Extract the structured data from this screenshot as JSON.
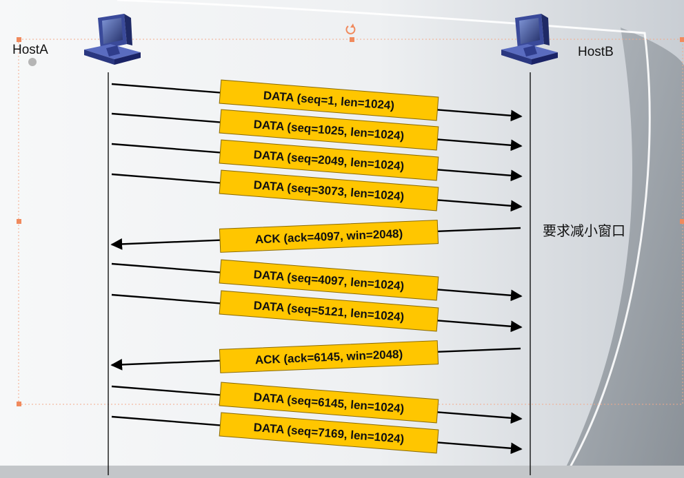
{
  "hosts": {
    "left": {
      "label": "HostA"
    },
    "right": {
      "label": "HostB"
    }
  },
  "note": "要求减小窗口",
  "messages": [
    {
      "label": "DATA (seq=1, len=1024)",
      "direction": "A-to-B"
    },
    {
      "label": "DATA (seq=1025, len=1024)",
      "direction": "A-to-B"
    },
    {
      "label": "DATA (seq=2049, len=1024)",
      "direction": "A-to-B"
    },
    {
      "label": "DATA (seq=3073, len=1024)",
      "direction": "A-to-B"
    },
    {
      "label": "ACK (ack=4097, win=2048)",
      "direction": "B-to-A"
    },
    {
      "label": "DATA (seq=4097, len=1024)",
      "direction": "A-to-B"
    },
    {
      "label": "DATA (seq=5121, len=1024)",
      "direction": "A-to-B"
    },
    {
      "label": "ACK (ack=6145, win=2048)",
      "direction": "B-to-A"
    },
    {
      "label": "DATA (seq=6145, len=1024)",
      "direction": "A-to-B"
    },
    {
      "label": "DATA (seq=7169, len=1024)",
      "direction": "A-to-B"
    }
  ],
  "colors": {
    "label_box": "#ffc600",
    "label_border": "#8a6a00",
    "line": "#000000",
    "selection_handle": "#f08a5d"
  },
  "icons": [
    "computer-icon",
    "computer-icon"
  ]
}
